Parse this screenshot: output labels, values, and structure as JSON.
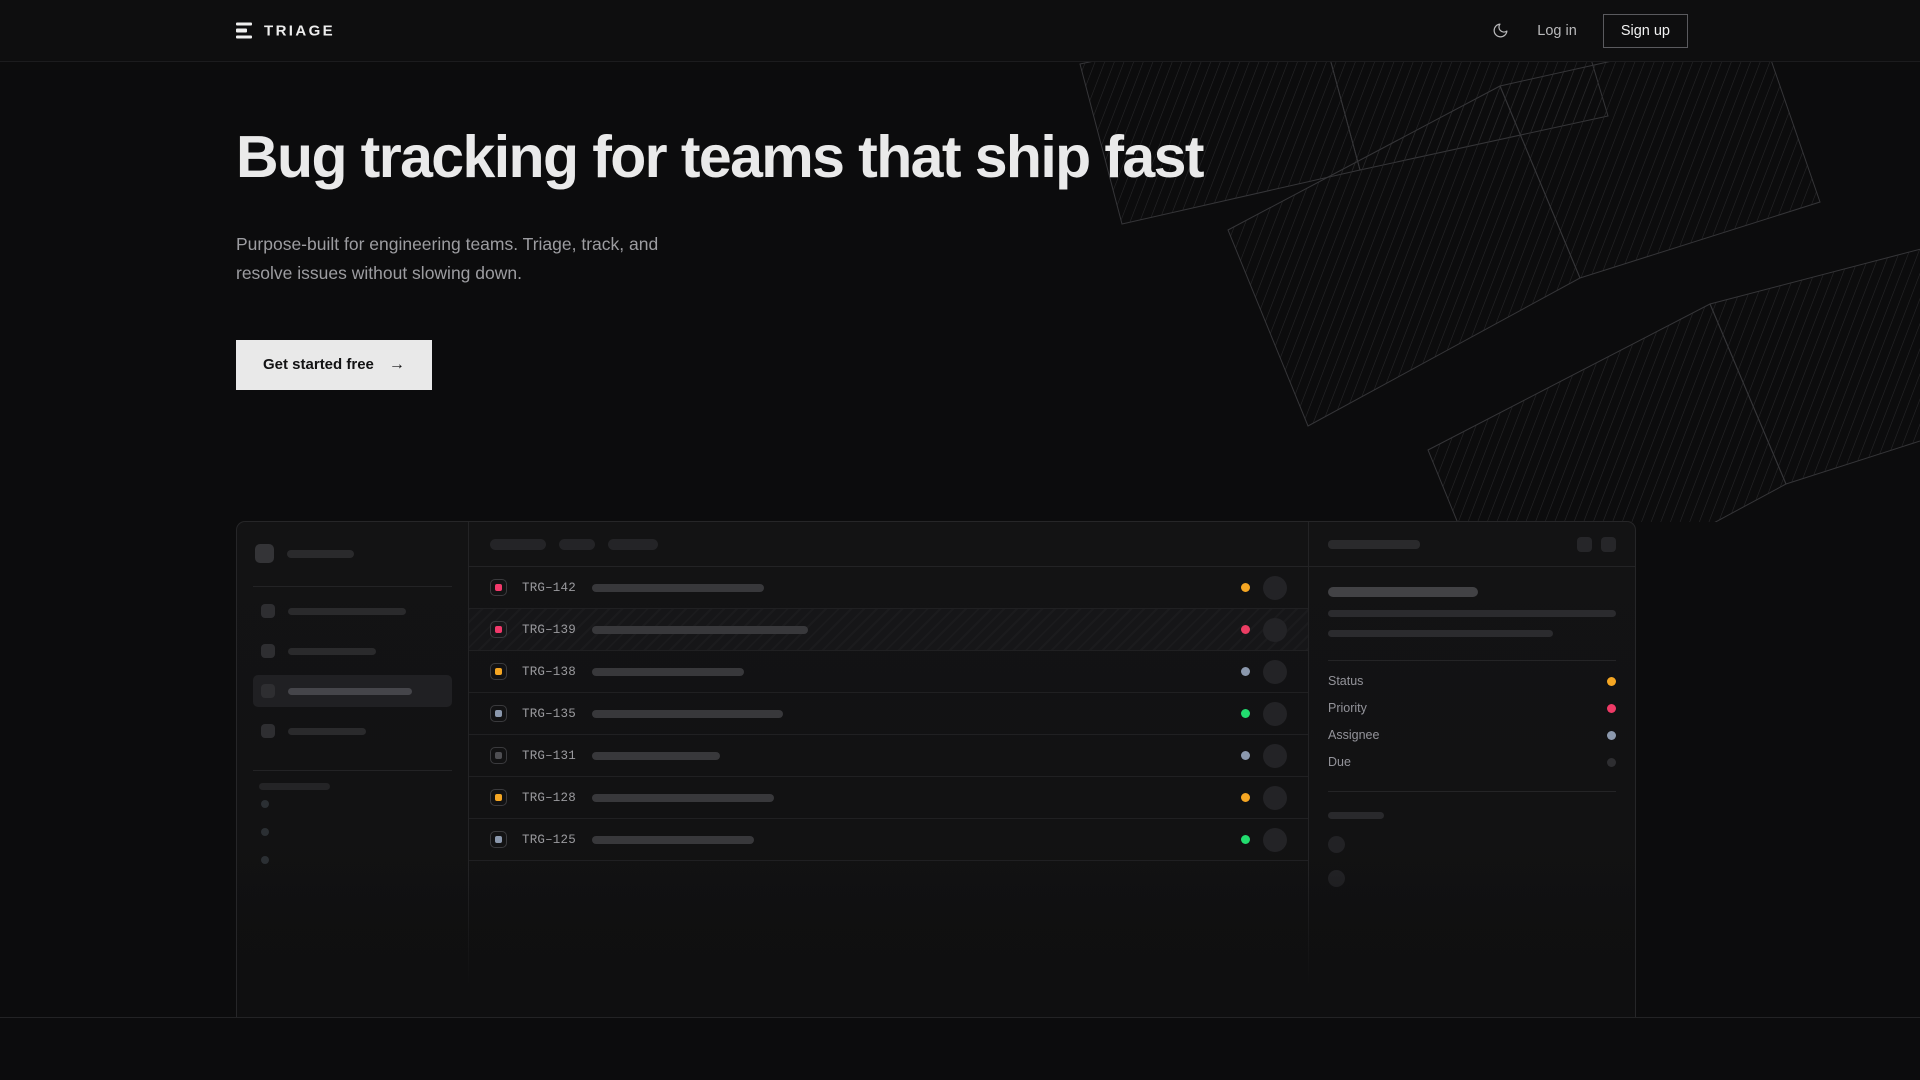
{
  "nav": {
    "brand": "TRIAGE",
    "logo_icon": "stacked-bars-icon",
    "theme_toggle_icon": "moon-icon",
    "login_label": "Log in",
    "signup_label": "Sign up"
  },
  "hero": {
    "headline": "Bug tracking for teams that ship fast",
    "subhead": "Purpose-built for engineering teams. Triage, track, and resolve issues without slowing down.",
    "cta_label": "Get started free",
    "cta_arrow": "→",
    "art": "hatched-parallelograms-line-art"
  },
  "mockup": {
    "sidebar": {
      "items_count": 4,
      "active_index": 2,
      "mini_items_count": 3
    },
    "list": {
      "filter_chips": [
        56,
        36,
        50
      ],
      "rows": [
        {
          "id": "TRG–142",
          "priority_color": "#f2396b",
          "status_color": "#f5a623",
          "title_width": 172,
          "hatched": false
        },
        {
          "id": "TRG–139",
          "priority_color": "#f2396b",
          "status_color": "#ec3d63",
          "title_width": 216,
          "hatched": true
        },
        {
          "id": "TRG–138",
          "priority_color": "#f5a623",
          "status_color": "#8b98ad",
          "title_width": 152,
          "hatched": false
        },
        {
          "id": "TRG–135",
          "priority_color": "#8b98ad",
          "status_color": "#22dd6f",
          "title_width": 191,
          "hatched": false
        },
        {
          "id": "TRG–131",
          "priority_color": "#4f4f53",
          "status_color": "#8b98ad",
          "title_width": 128,
          "hatched": false
        },
        {
          "id": "TRG–128",
          "priority_color": "#f5a623",
          "status_color": "#f5a623",
          "title_width": 182,
          "hatched": false
        },
        {
          "id": "TRG–125",
          "priority_color": "#8b98ad",
          "status_color": "#22dd6f",
          "title_width": 162,
          "hatched": false
        }
      ]
    },
    "detail": {
      "meta": [
        {
          "label": "Status",
          "color": "#f5a623"
        },
        {
          "label": "Priority",
          "color": "#ee3a66"
        },
        {
          "label": "Assignee",
          "color": "#8b98ad"
        },
        {
          "label": "Due",
          "color": "#2e2e31"
        }
      ]
    }
  },
  "colors": {
    "page_bg": "#0c0c0d",
    "nav_bg": "#0e0e0f",
    "border": "#262628",
    "text_primary": "#eaeaea",
    "text_muted": "#9d9da1",
    "cta_bg": "#e9e9e9",
    "amber": "#f5a623",
    "pink": "#ee3a66",
    "green": "#22dd6f",
    "slate": "#8b98ad"
  }
}
